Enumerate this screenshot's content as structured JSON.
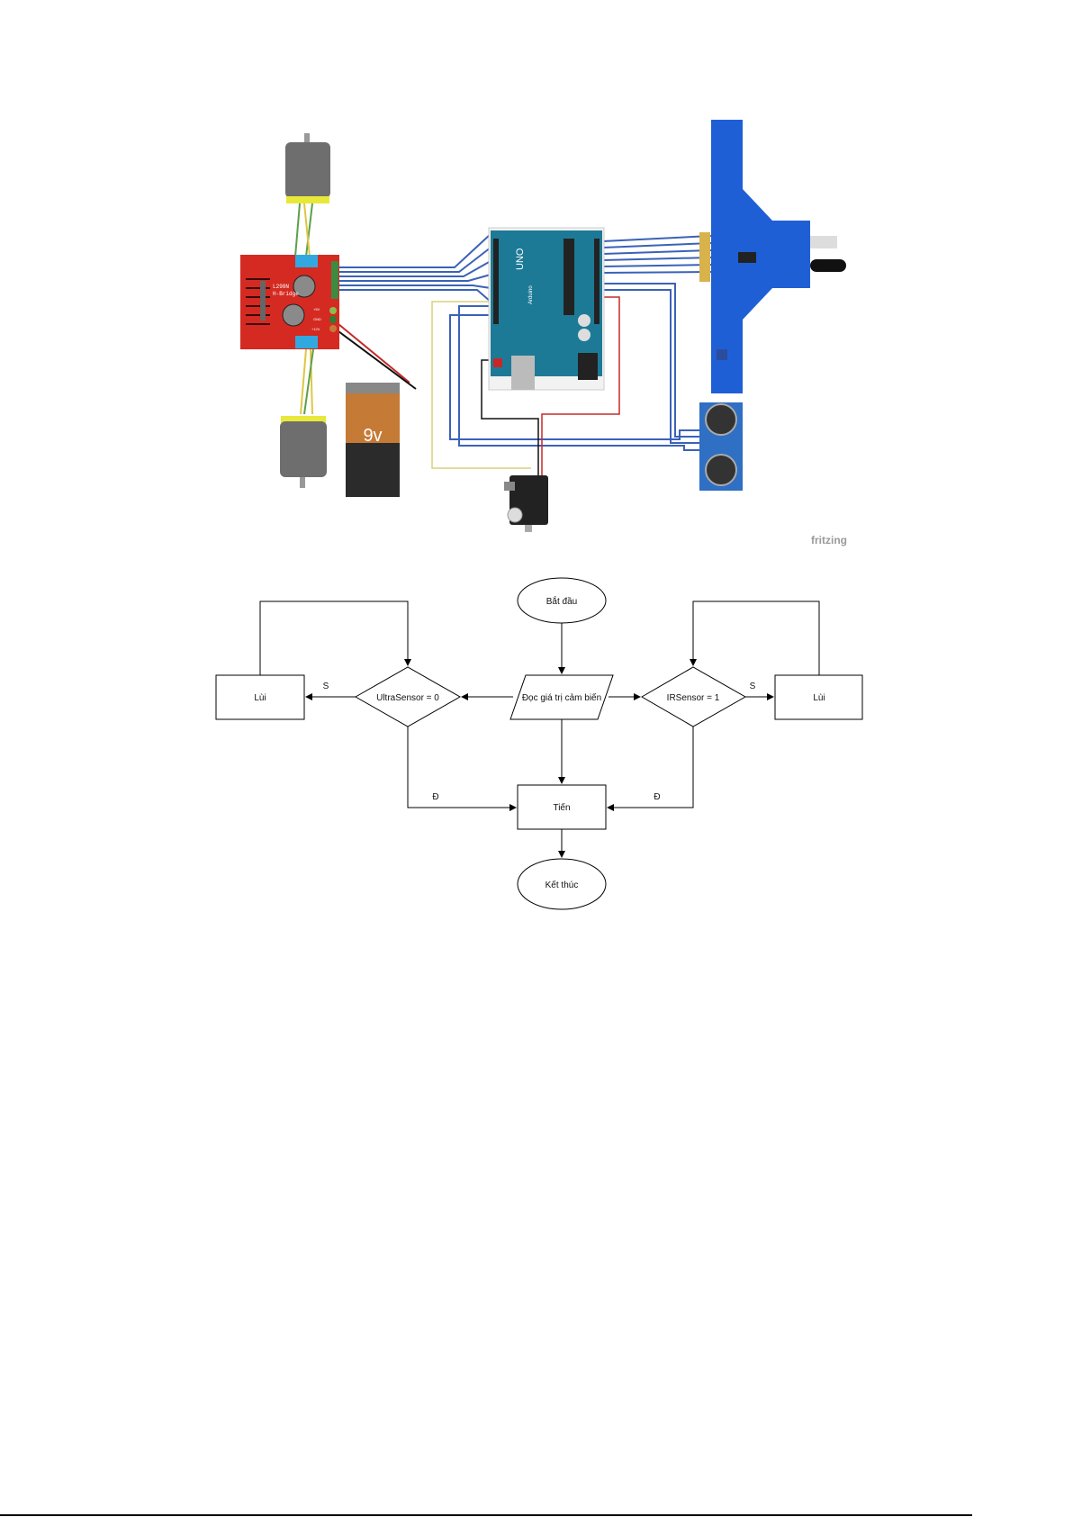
{
  "circuit": {
    "driver_label_1": "L298N",
    "driver_label_2": "H-Bridge",
    "driver_pins": [
      "+5V",
      "GND",
      "+12V"
    ],
    "battery_label": "9v",
    "board_label": "UNO",
    "board_brand": "Arduino",
    "watermark": "fritzing",
    "colors": {
      "driver": "#d42a22",
      "arduino": "#1d7a96",
      "sensor_board": "#1f5fd6",
      "ultrasonic": "#2f6fc4",
      "wire": "#3a62b8"
    }
  },
  "flowchart": {
    "start": "Bắt đầu",
    "read": "Đọc giá trị cảm biến",
    "ultra_condition": "UltraSensor = 0",
    "ir_condition": "IRSensor = 1",
    "back_left": "Lùi",
    "back_right": "Lùi",
    "forward": "Tiến",
    "end": "Kết thúc",
    "no_left": "S",
    "no_right": "S",
    "yes_left": "Đ",
    "yes_right": "Đ"
  }
}
